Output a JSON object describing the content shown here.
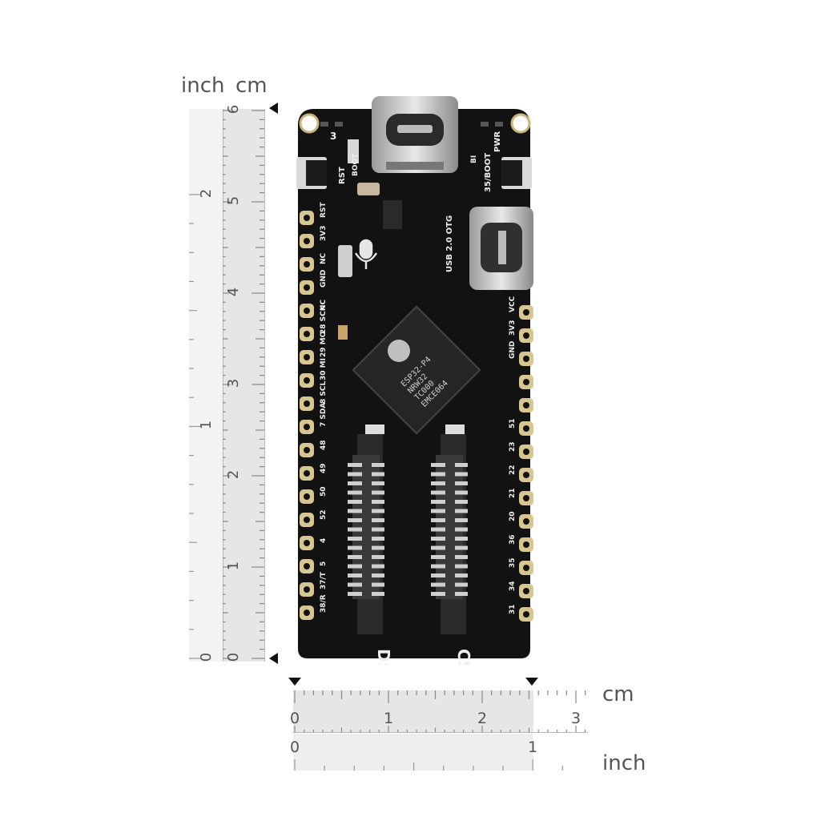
{
  "units": {
    "vertical_inch": "inch",
    "vertical_cm": "cm",
    "horizontal_cm": "cm",
    "horizontal_inch": "inch"
  },
  "vertical_ruler": {
    "cm_ticks": [
      "6",
      "5",
      "4",
      "3",
      "2",
      "1",
      "0"
    ],
    "inch_ticks": [
      "2",
      "1",
      "0"
    ]
  },
  "horizontal_ruler": {
    "cm_ticks": [
      "0",
      "1",
      "2",
      "3"
    ],
    "inch_ticks": [
      "0",
      "1"
    ]
  },
  "board": {
    "chip_lines": [
      "ESP32-P4",
      "NRW32",
      "TC000",
      "EMCE064"
    ],
    "connector_labels": [
      "DSI",
      "CSI"
    ],
    "top_labels": [
      "RST",
      "BOOT",
      "BI",
      "PWR",
      "35/BOOT",
      "3"
    ],
    "usb_label": "USB 2.0 OTG",
    "left_pins": [
      "RST",
      "3V3",
      "NC",
      "GND",
      "NC",
      "28 SCK",
      "29 MO",
      "30 MI",
      "8 SCL",
      "7 SDA",
      "48",
      "49",
      "50",
      "52",
      "4",
      "5",
      "37/T",
      "38/R"
    ],
    "right_pins": [
      "VCC",
      "3V3",
      "GND",
      "",
      "",
      "51",
      "23",
      "22",
      "21",
      "20",
      "36",
      "35",
      "34",
      "31"
    ]
  },
  "colors": {
    "pcb": "#111111",
    "pad": "#d8c690",
    "ruler_fill": "#e6e6e6"
  }
}
